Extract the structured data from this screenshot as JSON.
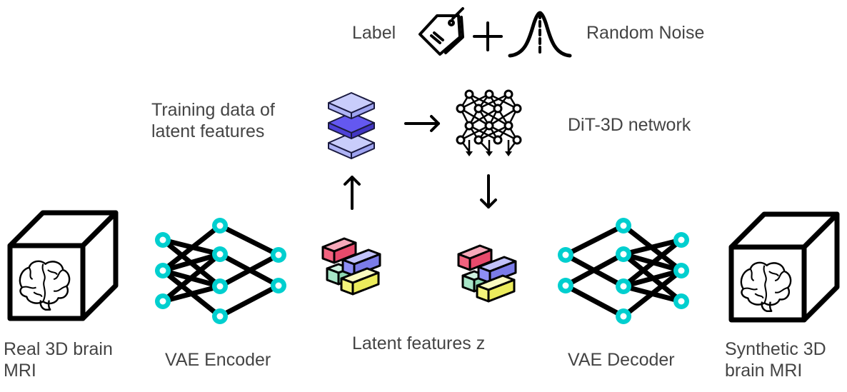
{
  "labels": {
    "label": "Label",
    "random_noise": "Random Noise",
    "training_line1": "Training data of",
    "training_line2": "latent features",
    "dit": "DiT-3D network",
    "real_line1": "Real 3D brain",
    "real_line2": "MRI",
    "vae_encoder": "VAE Encoder",
    "latent": "Latent features z",
    "vae_decoder": "VAE Decoder",
    "synth_line1": "Synthetic 3D",
    "synth_line2": "brain MRI"
  },
  "colors": {
    "node": "#00CFCF",
    "line": "#000000",
    "text": "#444444",
    "layer_light": "#C9CDFB",
    "layer_dark": "#6458F0",
    "block_pink": "#F2627F",
    "block_purple": "#8E8FF5",
    "block_green": "#A8E6C8",
    "block_yellow": "#F5F57A"
  },
  "icons": {
    "tag": "tag-icon",
    "plus": "plus-icon",
    "noise": "bell-curve-icon",
    "layers": "stacked-layers-icon",
    "network": "neural-network-icon",
    "blocks": "latent-blocks-icon",
    "cube": "brain-cube-icon",
    "encoder": "encoder-graph-icon",
    "decoder": "decoder-graph-icon"
  }
}
